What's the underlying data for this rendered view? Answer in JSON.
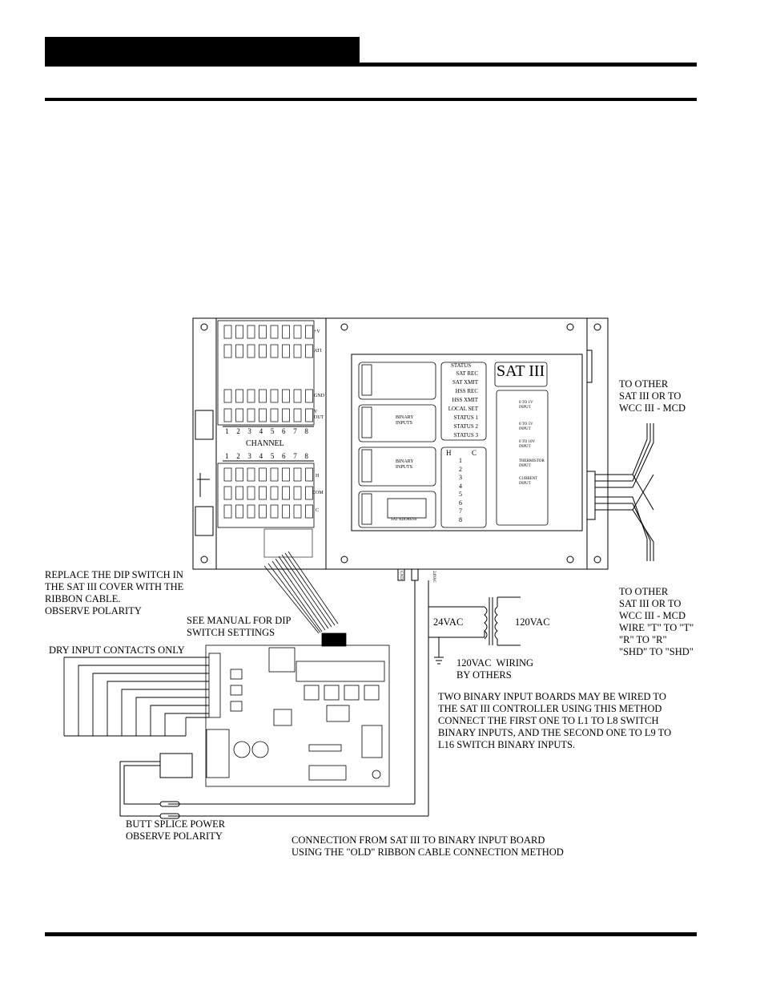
{
  "board_top": {
    "title": "SAT III",
    "status_title": "STATUS",
    "status_items": [
      "SAT REC",
      "SAT XMIT",
      "HSS REC",
      "HSS XMIT",
      "LOCAL SET",
      "STATUS 1",
      "STATUS 2",
      "STATUS 3"
    ],
    "hc_labels": [
      "H",
      "C"
    ],
    "hc_numbers": [
      "1",
      "2",
      "3",
      "4",
      "5",
      "6",
      "7",
      "8"
    ],
    "binary_inputs": "BINARY\nINPUTS",
    "sat_address": "SAT ADDRESS",
    "channel": "CHANNEL",
    "channel_numbers": [
      "1",
      "2",
      "3",
      "4",
      "5",
      "6",
      "7",
      "8"
    ],
    "right_terminals": [
      "+V",
      "ATI",
      "GND",
      "V\nOUT",
      "H",
      "COM",
      "C"
    ],
    "analog": [
      "0 TO 1V\nINPUT",
      "0 TO 5V\nINPUT",
      "0 TO 10V\nINPUT",
      "THERMISTOR\nINPUT",
      "CURRENT\nINPUT"
    ],
    "power_terminals": [
      "GND",
      "24VAC"
    ]
  },
  "labels": {
    "to_other_top": "TO OTHER\nSAT III OR TO\nWCC III - MCD",
    "to_other_bottom": "TO OTHER\nSAT III OR TO\nWCC III - MCD\nWIRE \"T\" TO \"T\"\n\"R\" TO \"R\"\n\"SHD\" TO \"SHD\"",
    "replace_dip": "REPLACE THE DIP SWITCH IN\nTHE SAT III COVER WITH THE\nRIBBON CABLE.\nOBSERVE POLARITY",
    "see_manual": "SEE MANUAL FOR DIP\nSWITCH SETTINGS",
    "dry_input": "DRY INPUT CONTACTS ONLY",
    "vac24": "24VAC",
    "vac120": "120VAC",
    "wiring_by_others": "120VAC  WIRING\nBY OTHERS",
    "two_boards": "TWO BINARY INPUT BOARDS MAY BE WIRED TO\nTHE SAT III CONTROLLER USING THIS METHOD\nCONNECT THE FIRST ONE TO L1 TO L8 SWITCH\nBINARY INPUTS, AND THE SECOND ONE TO L9 TO\nL16 SWITCH BINARY INPUTS.",
    "butt_splice": "BUTT SPLICE POWER\nOBSERVE POLARITY",
    "connection_old": "CONNECTION FROM SAT III TO BINARY INPUT BOARD\nUSING THE \"OLD\" RIBBON CABLE CONNECTION METHOD"
  }
}
